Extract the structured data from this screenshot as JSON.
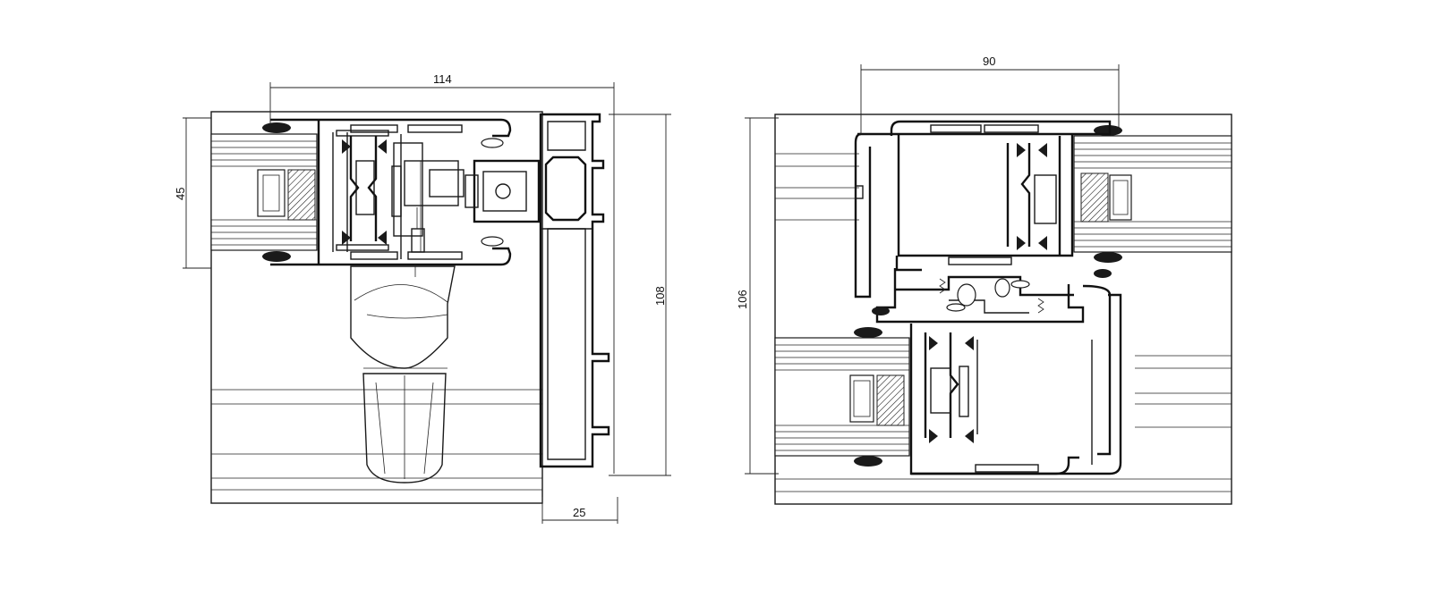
{
  "left_section": {
    "dim_width": "114",
    "dim_sash_height": "45",
    "dim_total_height": "108",
    "dim_frame_depth": "25"
  },
  "right_section": {
    "dim_width": "90",
    "dim_total_height": "106"
  },
  "colors": {
    "line": "#1a1a1a",
    "glazing_fill": "#bdbdbd",
    "background": "#ffffff"
  }
}
